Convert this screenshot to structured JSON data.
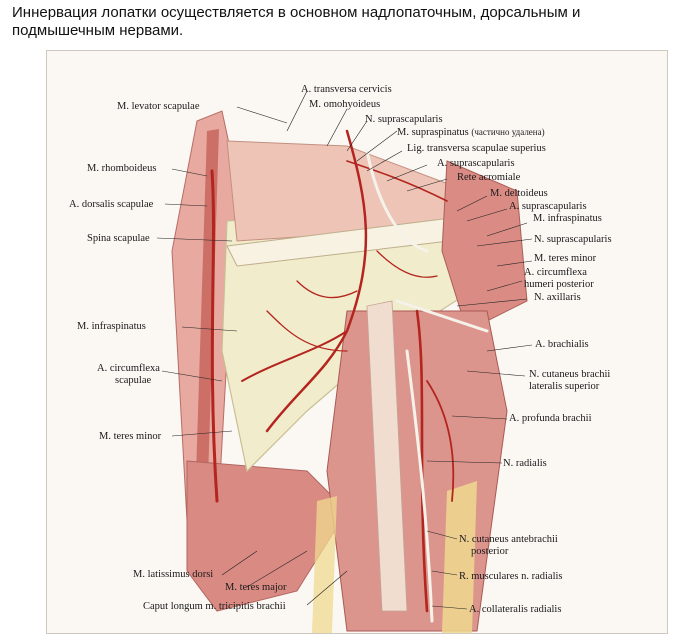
{
  "caption": "Иннервация лопатки осуществляется в основном надлопаточным, дорсальным и подмышечным нервами.",
  "labels": {
    "transversa_cervicis": "A. transversa cervicis",
    "levator_scapulae": "M. levator scapulae",
    "omohyoideus": "M. omohyoideus",
    "n_suprascapularis_top": "N. suprascapularis",
    "supraspinatus": "M. supraspinatus",
    "supraspinatus_note": "(частично удалена)",
    "rhomboideus": "M. rhomboideus",
    "lig_transversa": "Lig. transversa scapulae superius",
    "a_suprascapularis_top": "A. suprascapularis",
    "rete_acromiale": "Rete acromiale",
    "dorsalis_scapulae": "A. dorsalis scapulae",
    "deltoideus": "M. deltoideus",
    "a_suprascapularis_mid": "A. suprascapularis",
    "infraspinatus_right": "M. infraspinatus",
    "spina_scapulae": "Spina scapulae",
    "n_suprascapularis_mid": "N. suprascapularis",
    "teres_minor_right": "M. teres minor",
    "circumflexa_humeri_1": "A. circumflexa",
    "circumflexa_humeri_2": "humeri posterior",
    "n_axillaris": "N. axillaris",
    "infraspinatus_left": "M. infraspinatus",
    "a_brachialis": "A. brachialis",
    "circumflexa_scapulae_1": "A. circumflexa",
    "circumflexa_scapulae_2": "scapulae",
    "cutaneus_brachii_1": "N. cutaneus brachii",
    "cutaneus_brachii_2": "lateralis superior",
    "profunda_brachii": "A. profunda brachii",
    "teres_minor_left": "M. teres minor",
    "n_radialis": "N. radialis",
    "cutaneus_antebrachii_1": "N. cutaneus antebrachii",
    "cutaneus_antebrachii_2": "posterior",
    "latissimus_dorsi": "M. latissimus dorsi",
    "r_muscularis": "R. musculares n. radialis",
    "teres_major": "M. teres major",
    "caput_longum": "Caput longum m. tricipitis brachii",
    "collateralis_radialis": "A. collateralis radialis"
  }
}
